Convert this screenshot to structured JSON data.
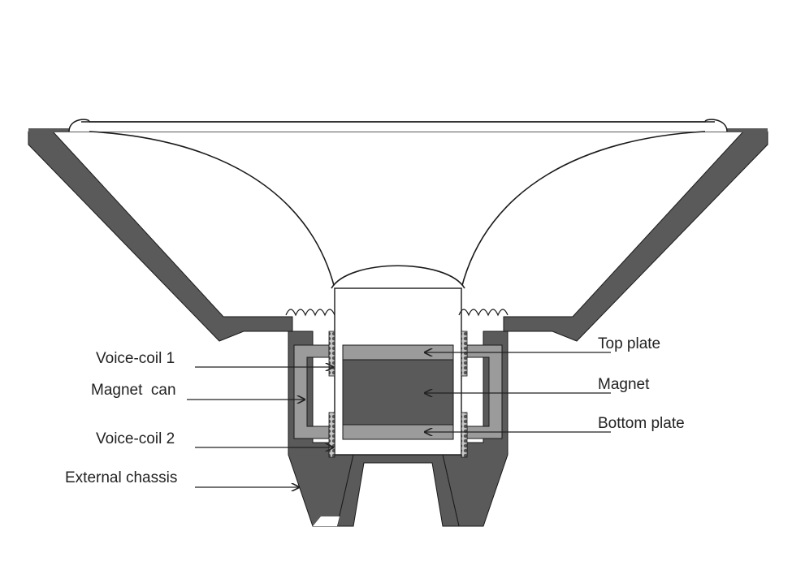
{
  "labels": {
    "voice_coil_1": "Voice-coil 1",
    "magnet_can": "Magnet  can",
    "voice_coil_2": "Voice-coil 2",
    "external_chassis": "External chassis",
    "top_plate": "Top plate",
    "magnet": "Magnet",
    "bottom_plate": "Bottom plate"
  },
  "colors": {
    "chassis": "#5a5a5a",
    "can": "#9b9b9b",
    "plates": "#9b9b9b",
    "magnet": "#5a5a5a",
    "outline": "#1a1a1a"
  }
}
